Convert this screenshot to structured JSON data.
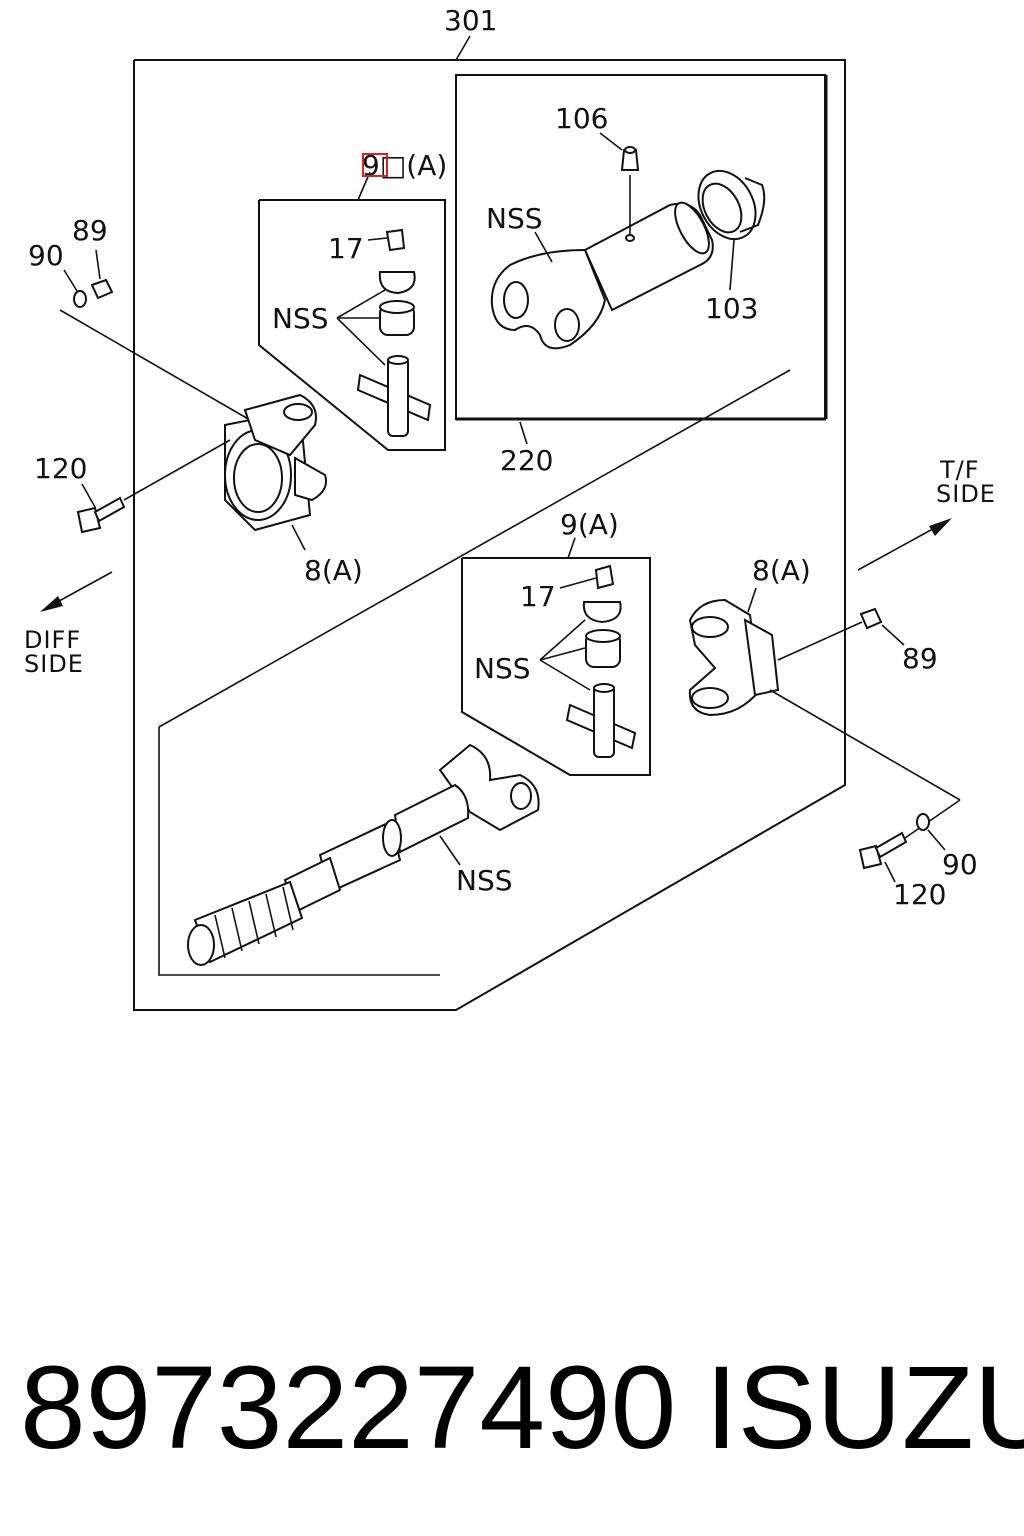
{
  "callouts": {
    "assembly": "301",
    "shaft_assembly": "220",
    "grease_fitting_top": "106",
    "dust_seal": "103",
    "nss_slip_yoke": "NSS",
    "joint_kit_top": "9□(A)",
    "joint_kit_bottom": "9(A)",
    "nipple_top": "17",
    "nipple_bottom": "17",
    "nss_joint_top": "NSS",
    "nss_joint_bottom": "NSS",
    "nss_shaft": "NSS",
    "washer_left": "90",
    "nut_left": "89",
    "bolt_left": "120",
    "flange_yoke_left": "8(A)",
    "flange_yoke_right": "8(A)",
    "nut_right": "89",
    "washer_right": "90",
    "bolt_right": "120"
  },
  "directions": {
    "diff_line1": "DIFF",
    "diff_line2": "SIDE",
    "tf_line1": "T/F",
    "tf_line2": "SIDE"
  },
  "footer": {
    "part_number": "8973227490",
    "brand": "ISUZU"
  }
}
